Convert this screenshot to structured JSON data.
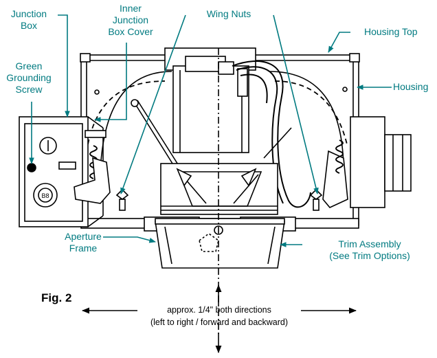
{
  "labels": {
    "junction_box": "Junction\nBox",
    "inner_cover": "Inner\nJunction\nBox Cover",
    "wing_nuts": "Wing Nuts",
    "housing_top": "Housing Top",
    "housing": "Housing",
    "grounding_screw": "Green\nGrounding\nScrew",
    "aperture_frame": "Aperture\nFrame",
    "trim_assembly": "Trim Assembly\n(See Trim Options)"
  },
  "figure_label": "Fig. 2",
  "adjust_note": {
    "line1": "approx. 1/4\" both directions",
    "line2": "(left to right / forward and backward)"
  },
  "colors": {
    "callout": "#007a80",
    "drawing": "#000000"
  }
}
